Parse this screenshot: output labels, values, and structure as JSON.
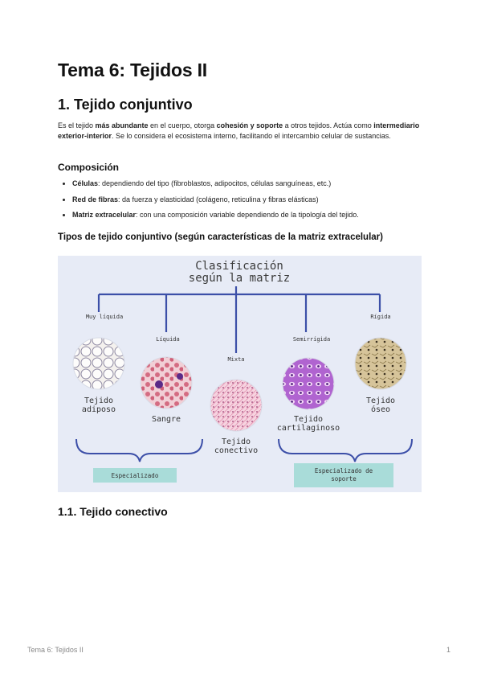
{
  "title": "Tema 6: Tejidos II",
  "section1": {
    "heading": "1. Tejido conjuntivo",
    "intro": {
      "t1": "Es el tejido ",
      "b1": "más abundante",
      "t2": " en el cuerpo, otorga ",
      "b2": "cohesión y soporte",
      "t3": " a otros tejidos. Actúa como ",
      "b3": "intermediario exterior-interior",
      "t4": ". Se lo considera el ecosistema interno, facilitando el intercambio celular de sustancias."
    },
    "composition": {
      "heading": "Composición",
      "items": [
        {
          "term": "Células",
          "text": ": dependiendo del tipo (fibroblastos, adipocitos, células sanguíneas, etc.)"
        },
        {
          "term": "Red de fibras",
          "text": ": da fuerza y elasticidad (colágeno, reticulina y fibras elásticas)"
        },
        {
          "term": "Matriz extracelular",
          "text": ": con una composición variable dependiendo de la tipología del tejido."
        }
      ]
    },
    "types_heading": "Tipos de tejido conjuntivo (según características de la matriz extracelular)",
    "diagram": {
      "title_line1": "Clasificación",
      "title_line2": "según la matriz",
      "categories": [
        {
          "label": "Muy líquida",
          "tissue1": "Tejido",
          "tissue2": "adiposo"
        },
        {
          "label": "Líquida",
          "tissue1": "Sangre",
          "tissue2": ""
        },
        {
          "label": "Mixta",
          "tissue1": "Tejido",
          "tissue2": "conectivo"
        },
        {
          "label": "Semirrígida",
          "tissue1": "Tejido",
          "tissue2": "cartilaginoso"
        },
        {
          "label": "Rígida",
          "tissue1": "Tejido",
          "tissue2": "óseo"
        }
      ],
      "group_left": "Especializado",
      "group_right_line1": "Especializado de",
      "group_right_line2": "soporte",
      "colors": {
        "background": "#e7ebf6",
        "lines": "#3c4fa8",
        "box": "#a9dcd9"
      }
    },
    "sub_heading": "1.1. Tejido conectivo"
  },
  "footer": {
    "left": "Tema 6: Tejidos II",
    "page": "1"
  }
}
